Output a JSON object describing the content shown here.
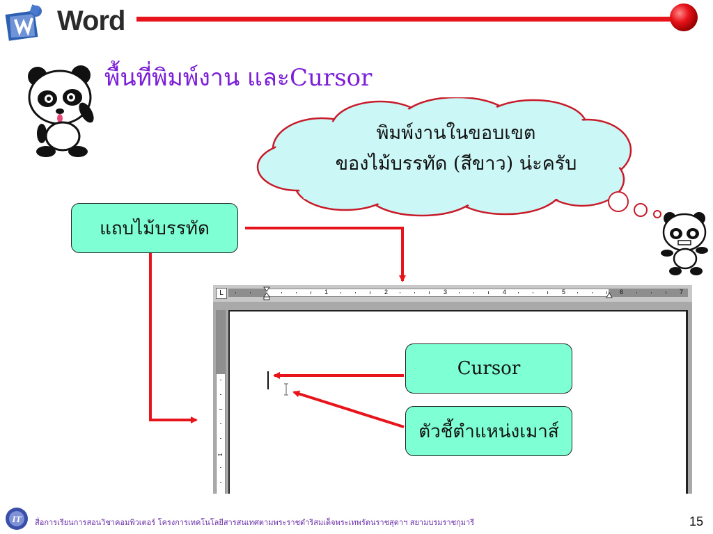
{
  "header": {
    "app_name": "Word",
    "title": "พื้นที่พิมพ์งาน และCursor"
  },
  "bubble": {
    "line1": "พิมพ์งานในขอบเขต",
    "line2": "ของไม้บรรทัด (สีขาว) น่ะครับ"
  },
  "labels": {
    "ruler": "แถบไม้บรรทัด",
    "cursor": "Cursor",
    "mouse_pointer": "ตัวชี้ตำแหน่งเมาส์"
  },
  "ruler": {
    "numbers": [
      "1",
      "2",
      "3",
      "4",
      "5",
      "6",
      "7"
    ]
  },
  "footer": {
    "text": "สื่อการเรียนการสอนวิชาคอมพิวเตอร์ โครงการเทคโนโลยีสารสนเทศตามพระราชดำริสมเด็จพระเทพรัตนราชสุดาฯ สยามบรมราชกุมารี",
    "page_number": "15"
  },
  "colors": {
    "accent_line": "#e8141b",
    "title": "#7b1fd8",
    "label_fill": "#7fffd4",
    "cloud_fill": "#ccf7f7",
    "arrow": "#e8141b"
  },
  "icons": [
    "puzzle-logo-icon",
    "red-ball-icon",
    "panda-icon",
    "cloud-icon",
    "ibeam-icon",
    "footer-logo-icon"
  ]
}
